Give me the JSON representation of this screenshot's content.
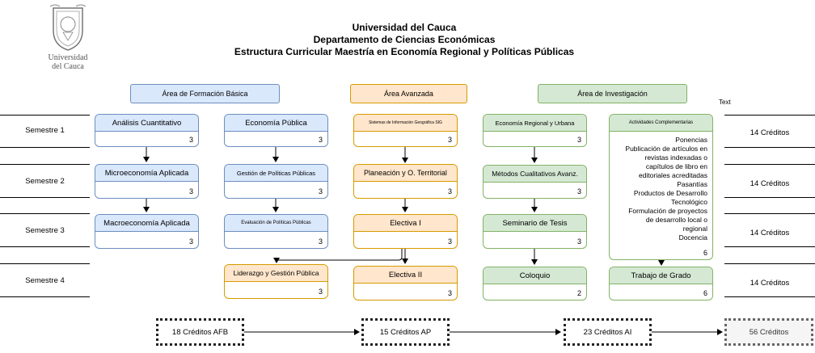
{
  "logo": {
    "line1": "Universidad",
    "line2": "del Cauca"
  },
  "header": {
    "line1": "Universidad del Cauca",
    "line2": "Departamento de Ciencias Económicas",
    "line3": "Estructura Curricular Maestría en Economía Regional y Políticas Públicas"
  },
  "areas": {
    "basica": "Área de Formación Básica",
    "avanzada": "Área Avanzada",
    "investigacion": "Área de Investigación"
  },
  "text_label": "Text",
  "semesters": [
    "Semestre 1",
    "Semestre 2",
    "Semestre 3",
    "Semestre 4"
  ],
  "semester_credits": [
    "14 Créditos",
    "14 Créditos",
    "14 Créditos",
    "14 Créditos"
  ],
  "courses": {
    "analisis": {
      "title": "Análisis Cuantitativo",
      "credits": "3"
    },
    "microeconomia": {
      "title": "Microeconomía Aplicada",
      "credits": "3"
    },
    "macroeconomia": {
      "title": "Macroeconomía Aplicada",
      "credits": "3"
    },
    "economia_publica": {
      "title": "Economía Pública",
      "credits": "3"
    },
    "gestion": {
      "title": "Gestión de Políticas Públicas",
      "credits": "3"
    },
    "evaluacion": {
      "title": "Evaluación de Políticas Públicas",
      "credits": "3"
    },
    "liderazgo": {
      "title": "Liderazgo y Gestión Pública",
      "credits": "3"
    },
    "sig": {
      "title": "Sistemas de Información Geográfica SIG",
      "credits": "3"
    },
    "planeacion": {
      "title": "Planeación y O. Territorial",
      "credits": "3"
    },
    "electiva1": {
      "title": "Electiva I",
      "credits": "3"
    },
    "electiva2": {
      "title": "Electiva II",
      "credits": "3"
    },
    "economia_regional": {
      "title": "Economía Regional y Urbana",
      "credits": "3"
    },
    "metodos": {
      "title": "Métodos Cualitativos Avanz.",
      "credits": "3"
    },
    "seminario": {
      "title": "Seminario de Tesis",
      "credits": "3"
    },
    "coloquio": {
      "title": "Coloquio",
      "credits": "2"
    },
    "actividades": {
      "title": "Actividades Complementarias",
      "credits": "6",
      "items": [
        "Ponencias",
        "Publicación de artículos en",
        "revistas indexadas o",
        "capítulos de libro en",
        "editoriales acreditadas",
        "Pasantías",
        "Productos de Desarrollo",
        "Tecnológico",
        "Formulación de proyectos",
        "de desarrollo local o",
        "regional",
        "Docencia"
      ]
    },
    "trabajo": {
      "title": "Trabajo de Grado",
      "credits": "6"
    }
  },
  "totals": {
    "afb": "18 Créditos AFB",
    "ap": "15 Créditos AP",
    "ai": "23 Créditos AI",
    "total": "56 Créditos"
  }
}
